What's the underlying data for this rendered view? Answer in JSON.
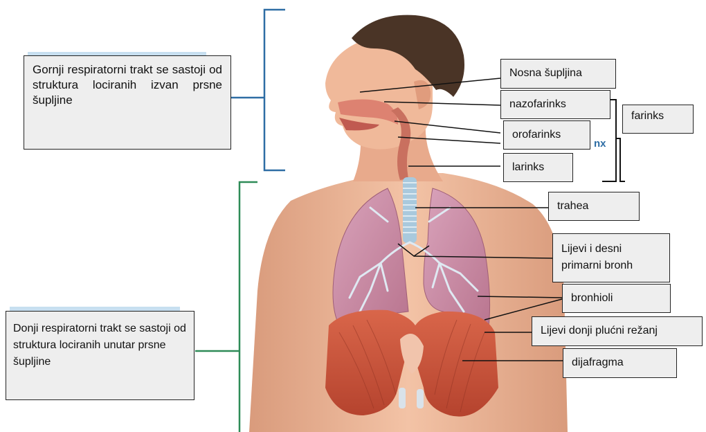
{
  "descriptions": {
    "upper": "Gornji respiratorni trakt se sastoji od struktura lociranih izvan prsne šupljine",
    "lower": "Donji respiratorni trakt se sastoji od struktura lociranih unutar prsne šupljine"
  },
  "labels": {
    "nasal_cavity": "Nosna šupljina",
    "nasopharynx": "nazofarinks",
    "oropharynx": "orofarinks",
    "larynx": "larinks",
    "pharynx": "farinks",
    "trachea": "trahea",
    "primary_bronchi": "Lijevi i desni primarni bronh",
    "bronchioles": "bronhioli",
    "left_lower_lobe": "Lijevi donji plućni režanj",
    "diaphragm": "dijafragma"
  },
  "partial_text": "nx",
  "colors": {
    "upper_bracket": "#2e6da4",
    "lower_bracket": "#2e8b57",
    "label_bg": "#eeeeee",
    "skin": "#f0b99a",
    "hair": "#4a3426",
    "lung": "#c98aa8",
    "diaphragm": "#c8553a",
    "trachea": "#a9c9dd"
  }
}
